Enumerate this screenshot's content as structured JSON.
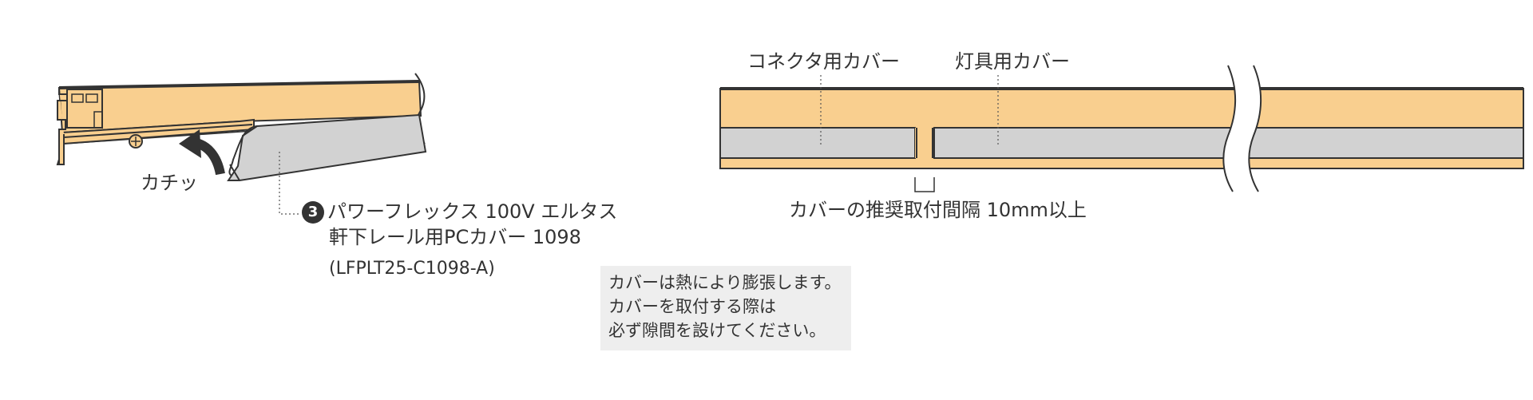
{
  "left_figure": {
    "click_label": "カチッ",
    "part_number": "3",
    "part_name_line1": "パワーフレックス 100V エルタス",
    "part_name_line2": "軒下レール用PCカバー 1098",
    "part_code": "(LFPLT25-C1098-A)"
  },
  "right_figure": {
    "connector_cover_label": "コネクタ用カバー",
    "fixture_cover_label": "灯具用カバー",
    "gap_label": "カバーの推奨取付間隔 10mm以上"
  },
  "note": {
    "lines": [
      "カバーは熱により膨張します。",
      "カバーを取付する際は",
      "必ず隙間を設けてください。"
    ]
  },
  "colors": {
    "rail": "#f9cf8f",
    "cover": "#d2d2d2",
    "outline": "#333333",
    "note_background": "#eeeeee"
  }
}
